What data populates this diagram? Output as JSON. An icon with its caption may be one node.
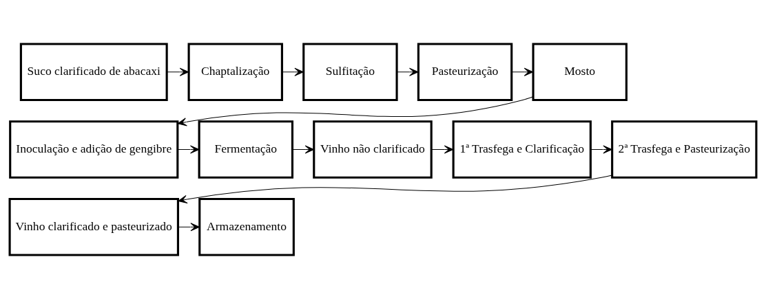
{
  "diagram": {
    "nodes": [
      {
        "text": [
          "Suco clarificado de abacaxi"
        ]
      },
      {
        "text": [
          "Chaptalização"
        ]
      },
      {
        "text": [
          "Sulfitação"
        ]
      },
      {
        "text": [
          "Pasteurização"
        ]
      },
      {
        "text": [
          "Mosto"
        ]
      },
      {
        "text": [
          "Inoculação e adição de gengibre"
        ]
      },
      {
        "text": [
          "Fermentação"
        ]
      },
      {
        "text": [
          "Vinho não clarificado"
        ]
      },
      {
        "text": [
          "1ª Trasfega e Clarificação"
        ]
      },
      {
        "text": [
          "2ª Trasfega e Pasteurização"
        ]
      },
      {
        "text": [
          "Vinho clarificado e pasteurizado"
        ]
      },
      {
        "text": [
          "Armazenamento"
        ]
      }
    ],
    "edges": [
      {
        "from": 0,
        "to": 1,
        "arrow": "to"
      },
      {
        "from": 1,
        "to": 2,
        "arrow": "to"
      },
      {
        "from": 2,
        "to": 3,
        "arrow": "to"
      },
      {
        "from": 3,
        "to": 4,
        "arrow": "to"
      },
      {
        "from": 4,
        "to": 5,
        "arrow": "to"
      },
      {
        "from": 5,
        "to": 6,
        "arrow": "to"
      },
      {
        "from": 6,
        "to": 7,
        "arrow": "to"
      },
      {
        "from": 7,
        "to": 8,
        "arrow": "to"
      },
      {
        "from": 8,
        "to": 9,
        "arrow": "to"
      },
      {
        "from": 9,
        "to": 10,
        "arrow": "to"
      },
      {
        "from": 10,
        "to": 11,
        "arrow": "to"
      }
    ]
  }
}
